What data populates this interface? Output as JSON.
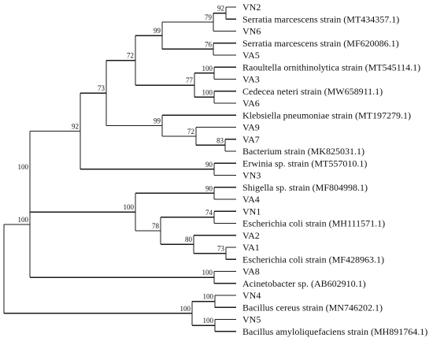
{
  "figure": {
    "type": "phylogenetic-tree",
    "leaves": [
      "VN2",
      "Serratia marcescens strain (MT434357.1)",
      "VN6",
      "Serratia marcescens strain (MF620086.1)",
      "VA5",
      "Raoultella ornithinolytica strain (MT545114.1)",
      "VA3",
      "Cedecea neteri strain (MW658911.1)",
      "VA6",
      "Klebsiella pneumoniae strain (MT197279.1)",
      "VA9",
      "VA7",
      "Bacterium strain (MK825031.1)",
      "Erwinia sp. strain (MT557010.1)",
      "VN3",
      "Shigella sp. strain (MF804998.1)",
      "VA4",
      "VN1",
      "Escherichia coli strain (MH111571.1)",
      "VA2",
      "VA1",
      "Escherichia coli strain (MF428963.1)",
      "VA8",
      "Acinetobacter sp. (AB602910.1)",
      "VN4",
      "Bacillus cereus strain (MN746202.1)",
      "VN5",
      "Bacillus amyloliquefaciens strain (MH891764.1)"
    ],
    "tree": {
      "children": [
        {
          "support": "100",
          "children": [
            {
              "support": "92",
              "children": [
                {
                  "support": "73",
                  "children": [
                    {
                      "support": "72",
                      "children": [
                        {
                          "support": "99",
                          "children": [
                            {
                              "support": "79",
                              "children": [
                                {
                                  "support": "92",
                                  "children": [
                                    {
                                      "leaf": 0
                                    },
                                    {
                                      "leaf": 1
                                    }
                                  ]
                                },
                                {
                                  "leaf": 2
                                }
                              ]
                            },
                            {
                              "support": "76",
                              "children": [
                                {
                                  "leaf": 3
                                },
                                {
                                  "leaf": 4
                                }
                              ]
                            }
                          ]
                        },
                        {
                          "support": "77",
                          "children": [
                            {
                              "support": "100",
                              "children": [
                                {
                                  "leaf": 5
                                },
                                {
                                  "leaf": 6
                                }
                              ]
                            },
                            {
                              "support": "100",
                              "children": [
                                {
                                  "leaf": 7
                                },
                                {
                                  "leaf": 8
                                }
                              ]
                            }
                          ]
                        }
                      ]
                    },
                    {
                      "support": "99",
                      "children": [
                        {
                          "leaf": 9
                        },
                        {
                          "support": "72",
                          "children": [
                            {
                              "leaf": 10
                            },
                            {
                              "support": "83",
                              "children": [
                                {
                                  "leaf": 11
                                },
                                {
                                  "leaf": 12
                                }
                              ]
                            }
                          ]
                        }
                      ]
                    }
                  ]
                },
                {
                  "support": "90",
                  "children": [
                    {
                      "leaf": 13
                    },
                    {
                      "leaf": 14
                    }
                  ]
                }
              ]
            },
            {
              "support": "100",
              "children": [
                {
                  "support": "90",
                  "children": [
                    {
                      "leaf": 15
                    },
                    {
                      "leaf": 16
                    }
                  ]
                },
                {
                  "support": "78",
                  "children": [
                    {
                      "support": "74",
                      "children": [
                        {
                          "leaf": 17
                        },
                        {
                          "leaf": 18
                        }
                      ]
                    },
                    {
                      "support": "80",
                      "children": [
                        {
                          "leaf": 19
                        },
                        {
                          "support": "73",
                          "children": [
                            {
                              "leaf": 20
                            },
                            {
                              "leaf": 21
                            }
                          ]
                        }
                      ]
                    }
                  ]
                }
              ]
            }
          ]
        },
        {
          "support": "100",
          "children": [
            {
              "leaf": 22
            },
            {
              "leaf": 23
            }
          ]
        }
      ],
      "outgroup": {
        "support": "100",
        "children": [
          {
            "support": "100",
            "children": [
              {
                "leaf": 24
              },
              {
                "leaf": 25
              }
            ]
          },
          {
            "support": "100",
            "children": [
              {
                "leaf": 26
              },
              {
                "leaf": 27
              }
            ]
          }
        ]
      }
    }
  }
}
